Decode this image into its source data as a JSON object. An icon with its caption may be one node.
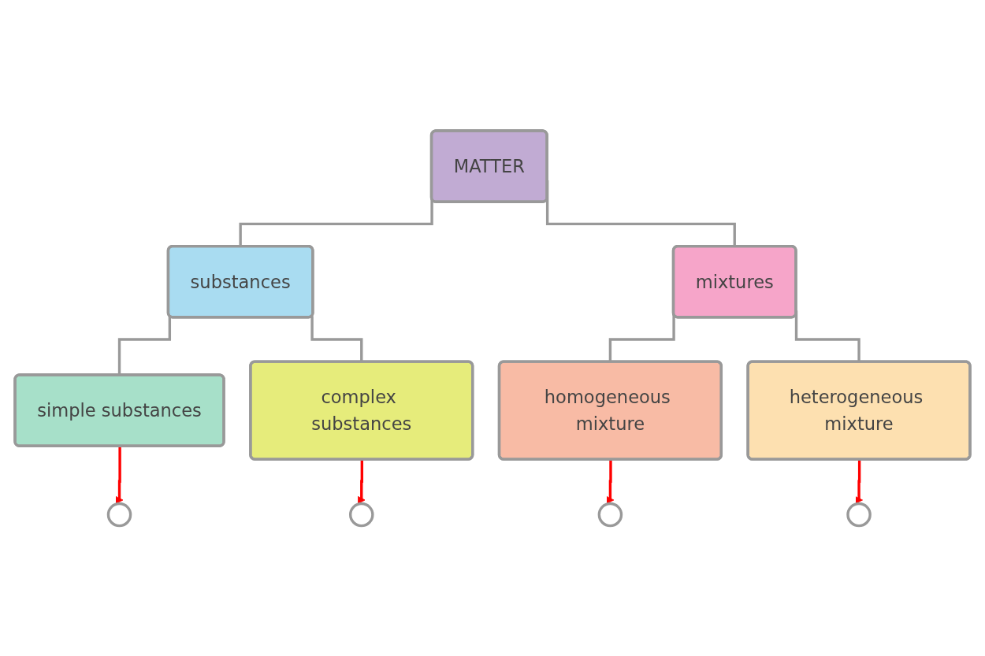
{
  "diagram": {
    "nodes": [
      {
        "text": [
          "MATTER"
        ]
      },
      {
        "text": [
          "substances"
        ]
      },
      {
        "text": [
          "mixtures"
        ]
      },
      {
        "text": [
          "simple substances"
        ]
      },
      {
        "text": [
          "complex substances"
        ]
      },
      {
        "text": [
          "homogeneous mixture"
        ]
      },
      {
        "text": [
          "heterogeneous mixture"
        ]
      },
      {
        "text": [],
        "shape": "circle"
      },
      {
        "text": [],
        "shape": "circle"
      },
      {
        "text": [],
        "shape": "circle"
      },
      {
        "text": [],
        "shape": "circle"
      }
    ],
    "edges": [
      {
        "from": 0,
        "to": 1,
        "arrow": "none"
      },
      {
        "from": 0,
        "to": 2,
        "arrow": "none"
      },
      {
        "from": 1,
        "to": 3,
        "arrow": "none"
      },
      {
        "from": 1,
        "to": 4,
        "arrow": "none"
      },
      {
        "from": 2,
        "to": 5,
        "arrow": "none"
      },
      {
        "from": 2,
        "to": 6,
        "arrow": "none"
      },
      {
        "from": 3,
        "to": 7,
        "arrow": "to",
        "color": "#ff0000"
      },
      {
        "from": 4,
        "to": 8,
        "arrow": "to",
        "color": "#ff0000"
      },
      {
        "from": 5,
        "to": 9,
        "arrow": "to",
        "color": "#ff0000"
      },
      {
        "from": 6,
        "to": 10,
        "arrow": "to",
        "color": "#ff0000"
      }
    ]
  }
}
